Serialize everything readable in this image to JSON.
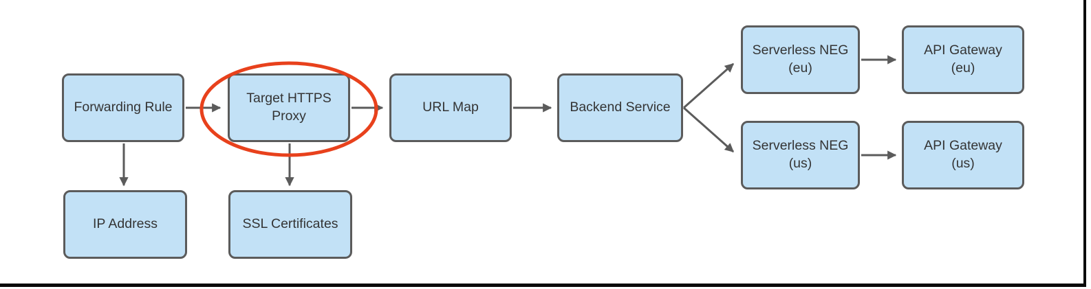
{
  "diagram": {
    "description": "Load balancer architecture flow diagram",
    "colors": {
      "background": "#FFFFFF",
      "node_fill": "#C2E1F6",
      "node_border": "#5B5B5B",
      "arrow": "#5B5B5B",
      "text": "#343434",
      "highlight": "#E8411C",
      "frame": "#0A0A0A"
    },
    "nodes": [
      {
        "id": "forwarding-rule",
        "label": "Forwarding Rule"
      },
      {
        "id": "target-https-proxy",
        "label": "Target HTTPS\nProxy",
        "highlighted": true
      },
      {
        "id": "url-map",
        "label": "URL Map"
      },
      {
        "id": "backend-service",
        "label": "Backend Service"
      },
      {
        "id": "serverless-neg-eu",
        "label": "Serverless NEG\n(eu)"
      },
      {
        "id": "api-gateway-eu",
        "label": "API Gateway\n(eu)"
      },
      {
        "id": "serverless-neg-us",
        "label": "Serverless NEG\n(us)"
      },
      {
        "id": "api-gateway-us",
        "label": "API Gateway\n(us)"
      },
      {
        "id": "ip-address",
        "label": "IP Address"
      },
      {
        "id": "ssl-certificates",
        "label": "SSL Certificates"
      }
    ],
    "edges": [
      {
        "from": "Forwarding Rule",
        "to": "Target HTTPS Proxy"
      },
      {
        "from": "Target HTTPS Proxy",
        "to": "URL Map"
      },
      {
        "from": "URL Map",
        "to": "Backend Service"
      },
      {
        "from": "Backend Service",
        "to": "Serverless NEG (eu)"
      },
      {
        "from": "Backend Service",
        "to": "Serverless NEG (us)"
      },
      {
        "from": "Serverless NEG (eu)",
        "to": "API Gateway (eu)"
      },
      {
        "from": "Serverless NEG (us)",
        "to": "API Gateway (us)"
      },
      {
        "from": "Forwarding Rule",
        "to": "IP Address"
      },
      {
        "from": "Target HTTPS Proxy",
        "to": "SSL Certificates"
      }
    ],
    "annotations": [
      {
        "type": "ellipse",
        "around": "Target HTTPS Proxy",
        "color": "#E8411C"
      }
    ]
  }
}
